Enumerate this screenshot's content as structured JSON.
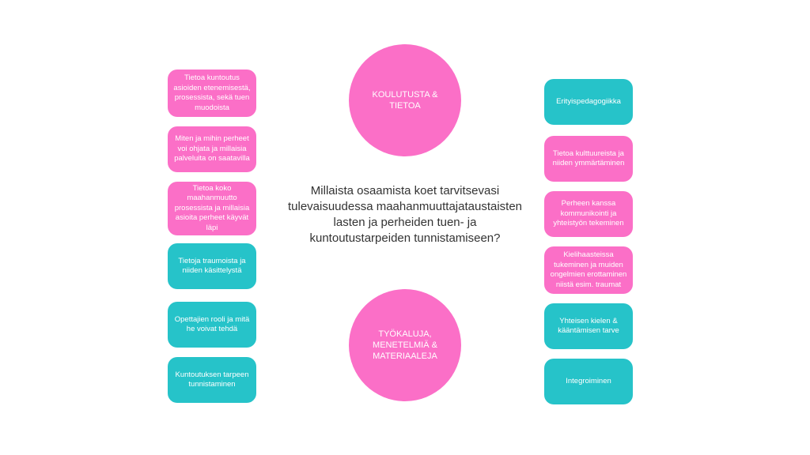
{
  "question": "Millaista osaamista koet tarvitsevasi tulevaisuudessa maahanmuuttajataustaisten lasten ja perheiden tuen- ja kuntoutustarpeiden tunnistamiseen?",
  "circles": {
    "top": "KOULUTUSTA & TIETOA",
    "bottom": "TYÖKALUJA, MENETELMIÄ & MATERIAALEJA"
  },
  "left_boxes": [
    {
      "text": "Tietoa kuntoutus asioiden etenemisestä, prosessista, sekä tuen muodoista",
      "color": "#fb6fc7"
    },
    {
      "text": "Miten ja mihin perheet voi ohjata ja millaisia palveluita on saatavilla",
      "color": "#fb6fc7"
    },
    {
      "text": "Tietoa koko maahanmuutto prosessista ja millaisia asioita perheet käyvät läpi",
      "color": "#fb6fc7"
    },
    {
      "text": "Tietoja traumoista ja niiden käsittelystä",
      "color": "#26c3c9"
    },
    {
      "text": "Opettajien rooli ja mitä he voivat tehdä",
      "color": "#26c3c9"
    },
    {
      "text": "Kuntoutuksen tarpeen tunnistaminen",
      "color": "#26c3c9"
    }
  ],
  "right_boxes": [
    {
      "text": "Erityispedagogiikka",
      "color": "#26c3c9"
    },
    {
      "text": "Tietoa kulttuureista ja niiden ymmärtäminen",
      "color": "#fb6fc7"
    },
    {
      "text": "Perheen kanssa kommunikointi ja yhteistyön tekeminen",
      "color": "#fb6fc7"
    },
    {
      "text": "Kielihaasteissa tukeminen ja muiden ongelmien erottaminen niistä esim. traumat",
      "color": "#fb6fc7"
    },
    {
      "text": "Yhteisen kielen & kääntämisen tarve",
      "color": "#26c3c9"
    },
    {
      "text": "Integroiminen",
      "color": "#26c3c9"
    }
  ]
}
